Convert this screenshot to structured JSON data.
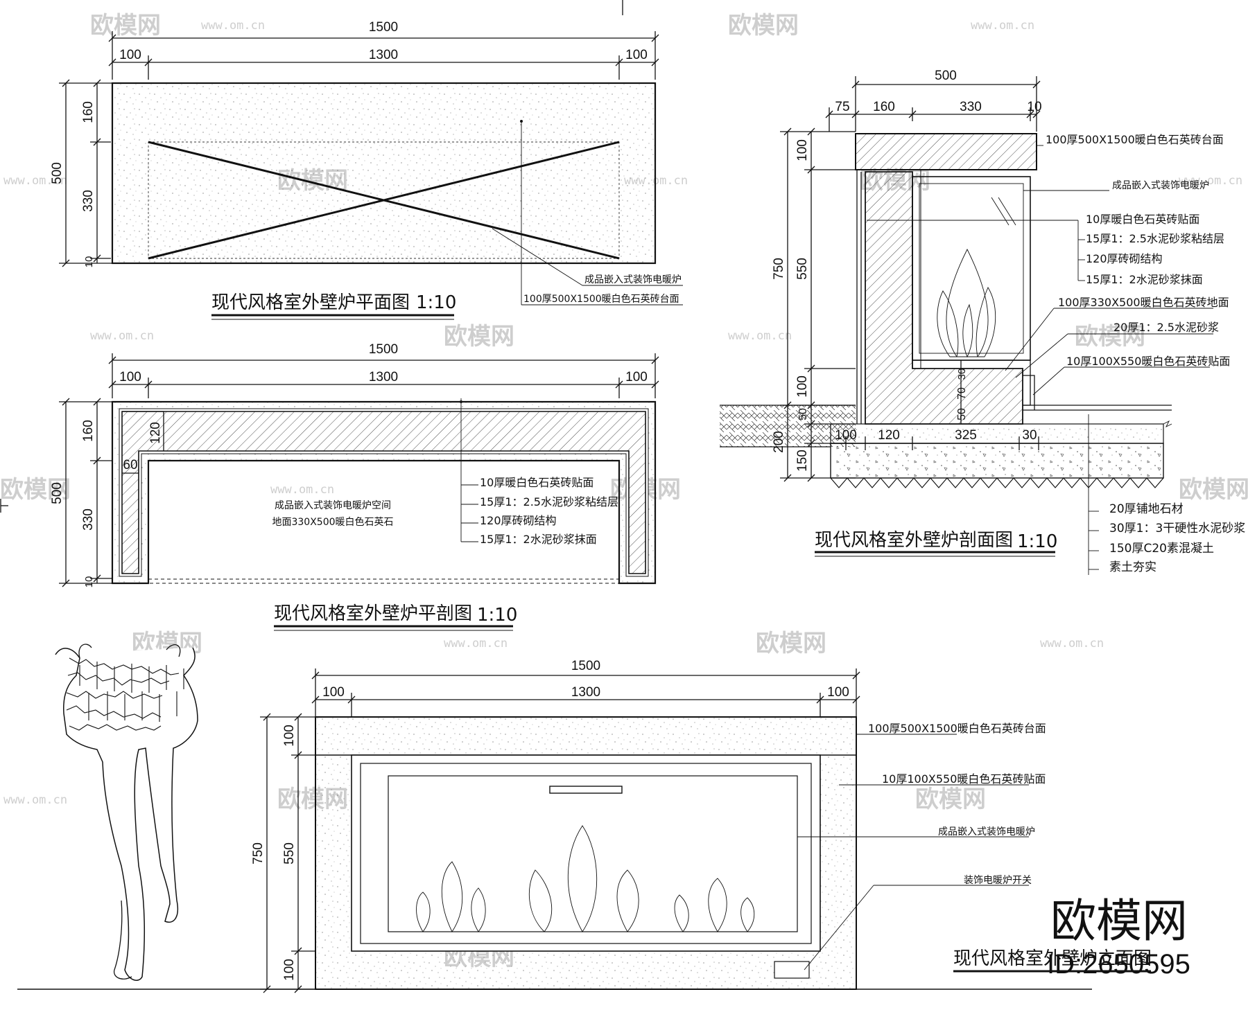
{
  "plan": {
    "title": "现代风格室外壁炉平面图",
    "scale": "1:10",
    "dims_top": [
      "1500",
      "100",
      "1300",
      "100"
    ],
    "dims_left": [
      "500",
      "160",
      "330",
      "10"
    ],
    "leaders": [
      "成品嵌入式装饰电暖炉",
      "100厚500X1500暖白色石英砖台面"
    ]
  },
  "plan_section": {
    "title": "现代风格室外壁炉平剖图",
    "scale": "1:10",
    "dims_top": [
      "1500",
      "100",
      "1300",
      "100"
    ],
    "dims_left": [
      "500",
      "160",
      "330",
      "10"
    ],
    "dims_inner": [
      "120",
      "60"
    ],
    "center_note_1": "成品嵌入式装饰电暖炉空间",
    "center_note_2": "地面330X500暖白色石英石",
    "leaders": [
      "10厚暖白色石英砖贴面",
      "15厚1：2.5水泥砂浆粘结层",
      "120厚砖砌结构",
      "15厚1：2水泥砂浆抹面"
    ]
  },
  "section": {
    "title": "现代风格室外壁炉剖面图",
    "scale": "1:10",
    "dims_top": [
      "500",
      "75",
      "160",
      "330",
      "10"
    ],
    "dims_left": [
      "750",
      "100",
      "550",
      "100",
      "50",
      "200",
      "150"
    ],
    "dims_inner": [
      "30",
      "70",
      "50"
    ],
    "dims_bottom": [
      "100",
      "120",
      "325",
      "30"
    ],
    "leaders_upper": [
      "100厚500X1500暖白色石英砖台面",
      "成品嵌入式装饰电暖炉",
      "10厚暖白色石英砖贴面",
      "15厚1：2.5水泥砂浆粘结层",
      "120厚砖砌结构",
      "15厚1：2水泥砂浆抹面",
      "100厚330X500暖白色石英砖地面",
      "20厚1：2.5水泥砂浆",
      "10厚100X550暖白色石英砖贴面"
    ],
    "leaders_lower": [
      "20厚铺地石材",
      "30厚1：3干硬性水泥砂浆",
      "150厚C20素混凝土",
      "素土夯实"
    ]
  },
  "elevation": {
    "title": "现代风格室外壁炉立面图",
    "dims_top": [
      "1500",
      "100",
      "1300",
      "100"
    ],
    "dims_left": [
      "750",
      "100",
      "550",
      "100"
    ],
    "leaders": [
      "100厚500X1500暖白色石英砖台面",
      "10厚100X550暖白色石英砖贴面",
      "成品嵌入式装饰电暖炉",
      "装饰电暖炉开关"
    ]
  },
  "watermark": {
    "logo": "欧模网",
    "site": "www.om.cn"
  },
  "brand": {
    "logo": "欧模网",
    "id": "ID:2650595"
  }
}
